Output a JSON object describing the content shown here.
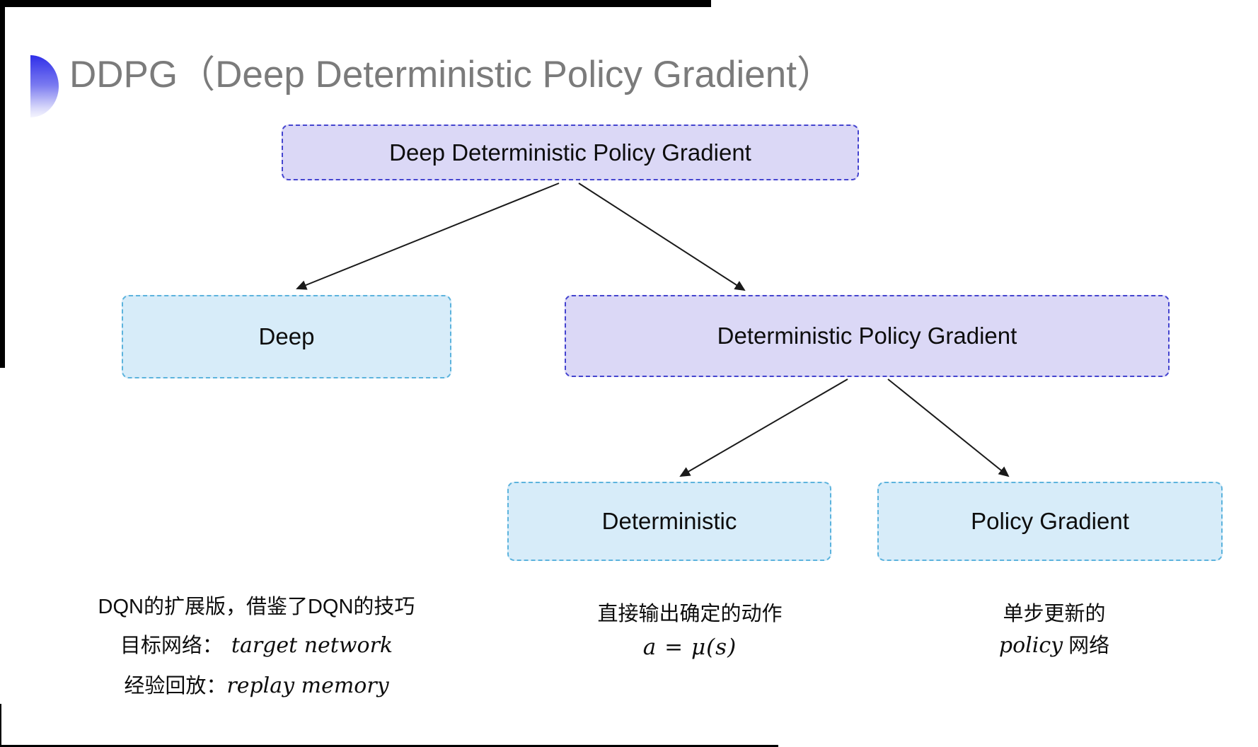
{
  "title": {
    "text": "DDPG（Deep Deterministic Policy Gradient）"
  },
  "tree": {
    "root": "Deep Deterministic Policy Gradient",
    "deep": "Deep",
    "dpg": "Deterministic Policy Gradient",
    "deterministic": "Deterministic",
    "policy_gradient": "Policy Gradient"
  },
  "notes": {
    "deep_line1": "DQN的扩展版，借鉴了DQN的技巧",
    "deep_line2_label": "目标网络：",
    "deep_line2_term": "target network",
    "deep_line3_label": "经验回放：",
    "deep_line3_term": "replay memory",
    "det_line1": "直接输出确定的动作",
    "det_formula": "a = μ(s)",
    "pg_line1": "单步更新的",
    "pg_line2_term": "policy",
    "pg_line2_label": "网络"
  },
  "colors": {
    "purple_fill": "#dbd8f6",
    "purple_border": "#4444cf",
    "blue_fill": "#d7ecf9",
    "blue_border": "#5cb3dd",
    "title_gray": "#7b7b7b",
    "bullet_blue": "#2f2fe9",
    "arrow_black": "#1a1a1a"
  }
}
